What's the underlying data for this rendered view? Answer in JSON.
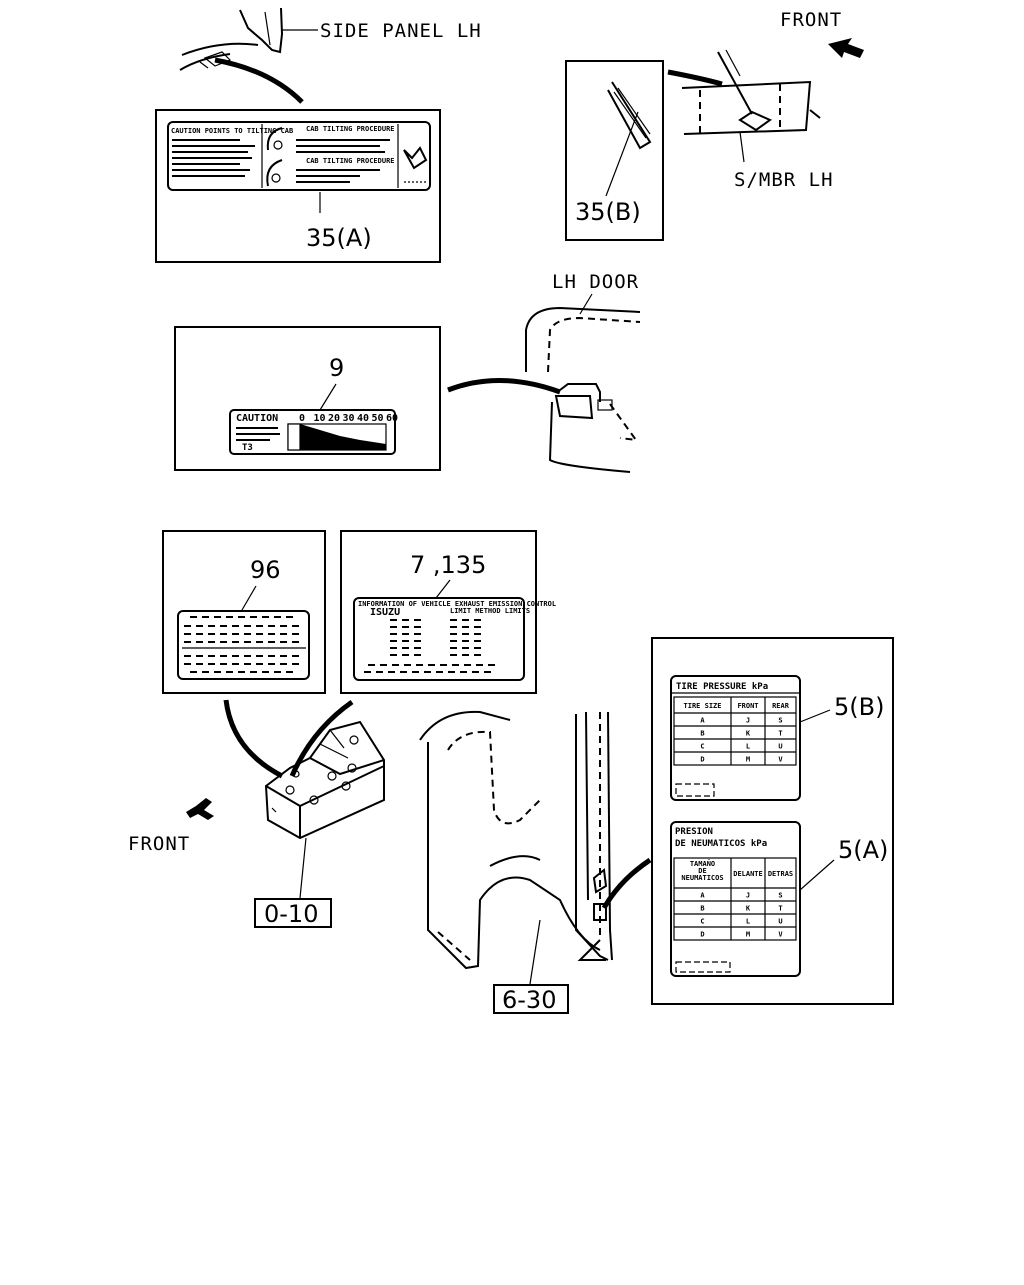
{
  "labels": {
    "side_panel_lh": "SIDE PANEL LH",
    "front_top": "FRONT",
    "s_mbr_lh": "S/MBR LH",
    "lh_door": "LH DOOR",
    "front_left": "FRONT"
  },
  "callouts": {
    "c35a": "35(A)",
    "c35b": "35(B)",
    "c9": "9",
    "c96": "96",
    "c7_135": "7 ,135",
    "c5b": "5(B)",
    "c5a": "5(A)"
  },
  "refs": {
    "r0_10": "0-10",
    "r6_30": "6-30"
  },
  "label_35a": {
    "heading": "CAUTION POINTS TO TILTING CAB",
    "sub1": "CAB TILTING PROCEDURE",
    "sub2": "CAB TILTING PROCEDURE"
  },
  "label_9": {
    "caution": "CAUTION",
    "scale": [
      "0",
      "10",
      "20",
      "30",
      "40",
      "50",
      "60"
    ],
    "code": "T3"
  },
  "label_7": {
    "heading": "INFORMATION OF VEHICLE EXHAUST EMISSION CONTROL",
    "heading2": "LIMIT METHOD LIMITS",
    "brand": "ISUZU"
  },
  "tire_b": {
    "title": "TIRE PRESSURE kPa",
    "headers": [
      "TIRE SIZE",
      "FRONT",
      "REAR"
    ],
    "rows": [
      [
        "A",
        "J",
        "S"
      ],
      [
        "B",
        "K",
        "T"
      ],
      [
        "C",
        "L",
        "U"
      ],
      [
        "D",
        "M",
        "V"
      ]
    ]
  },
  "tire_a": {
    "title1": "PRESION",
    "title2": "DE NEUMATICOS kPa",
    "headers": [
      "TAMAÑO DE NEUMATICOS",
      "DELANTE",
      "DETRAS"
    ],
    "rows": [
      [
        "A",
        "J",
        "S"
      ],
      [
        "B",
        "K",
        "T"
      ],
      [
        "C",
        "L",
        "U"
      ],
      [
        "D",
        "M",
        "V"
      ]
    ]
  }
}
